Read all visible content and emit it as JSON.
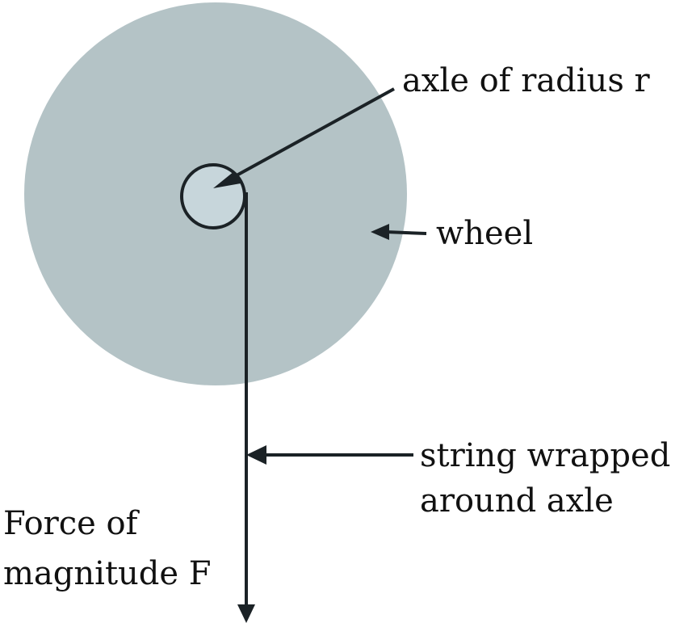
{
  "labels": {
    "axle": "axle of radius r",
    "wheel": "wheel",
    "string_line1": "string wrapped",
    "string_line2": "around axle",
    "force_line1": "Force of",
    "force_line2": "magnitude F"
  },
  "colors": {
    "wheel_fill": "#b4c3c6",
    "axle_fill": "#c7d6db",
    "ink": "#1b2226"
  }
}
